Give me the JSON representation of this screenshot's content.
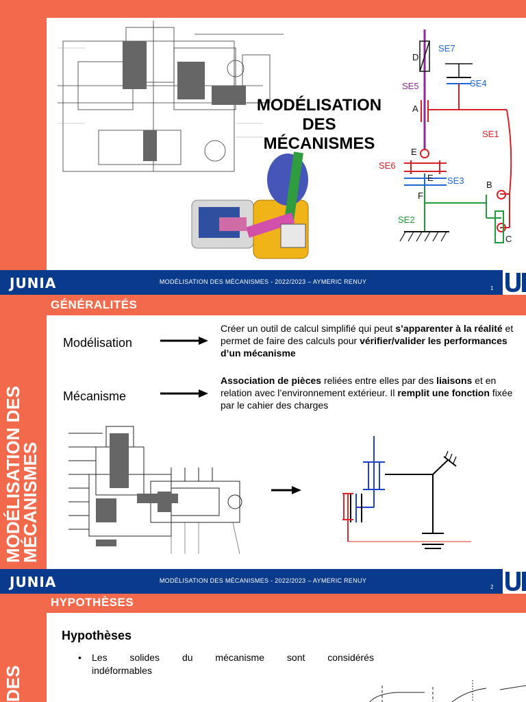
{
  "slide1": {
    "title_lines": [
      "MODÉLISATION",
      "DES",
      "MÉCANISMES"
    ],
    "diagram_labels": {
      "D": "D",
      "SE7": "SE7",
      "SE5": "SE5",
      "SE4": "SE4",
      "A": "A",
      "SE1": "SE1",
      "E": "E",
      "SE6": "SE6",
      "E2": "E",
      "SE3": "SE3",
      "B": "B",
      "F": "F",
      "SE2": "SE2",
      "C": "C"
    }
  },
  "footer": {
    "logo": "JUNIA",
    "text": "MODÉLISATION DES MÉCANISMES - 2022/2023 – AYMERIC RENUY",
    "page1": "1",
    "page2": "2"
  },
  "slide2": {
    "section_title": "GÉNÉRALITÉS",
    "vertical_title": "MODÉLISATION DES MÉCANISMES",
    "vertical_line1": "MODÉLISATION DES",
    "vertical_line2": "MÉCANISMES",
    "def1_term": "Modélisation",
    "def1_parts": [
      "Créer un outil de calcul simplifié qui peut ",
      "s’apparenter à la réalité",
      " et permet de faire des calculs pour ",
      "vérifier/valider les performances d’un mécanisme"
    ],
    "def2_term": "Mécanisme",
    "def2_parts": [
      "Association de pièces",
      " reliées entre elles par des ",
      "liaisons",
      " et en relation avec l’environnement extérieur. Il ",
      "remplit une fonction",
      " fixée par le cahier des charges"
    ]
  },
  "slide3": {
    "section_title": "HYPOTHÈSES",
    "vertical_partial": "DES",
    "heading": "Hypothèses",
    "bullet1_words": [
      "Les",
      "solides",
      "du",
      "mécanisme",
      "sont",
      "considérés"
    ],
    "bullet1_line2": "indéformables"
  }
}
